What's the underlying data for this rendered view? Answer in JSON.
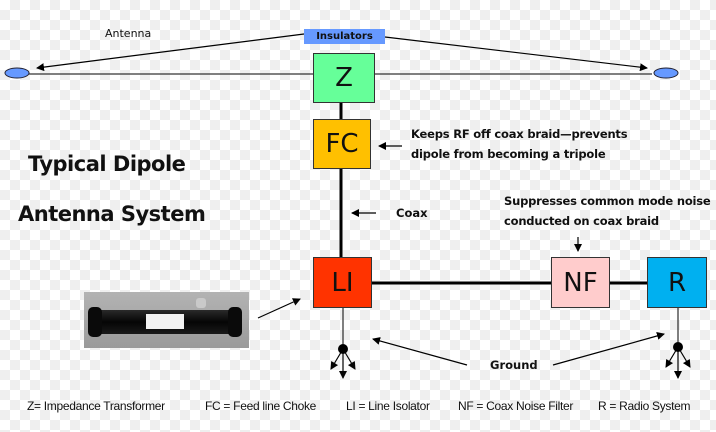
{
  "title": {
    "line1": "Typical Dipole",
    "line2": "Antenna System"
  },
  "labels": {
    "antenna": "Antenna",
    "insulators": "Insulators",
    "coax": "Coax",
    "ground": "Ground"
  },
  "notes": {
    "choke_line1": "Keeps RF off coax braid—prevents",
    "choke_line2": "dipole from becoming a tripole",
    "filter_line1": "Suppresses common mode noise",
    "filter_line2": "conducted on coax braid"
  },
  "components": [
    {
      "id": "Z",
      "name": "Impedance Transformer",
      "color": "#66ff99"
    },
    {
      "id": "FC",
      "name": "Feed line Choke",
      "color": "#ffc000"
    },
    {
      "id": "LI",
      "name": "Line Isolator",
      "color": "#ff3300"
    },
    {
      "id": "NF",
      "name": "Coax Noise Filter",
      "color": "#ffcccc"
    },
    {
      "id": "R",
      "name": "Radio System",
      "color": "#00b0f0"
    }
  ],
  "legend": [
    "Z= Impedance Transformer",
    "FC = Feed line Choke",
    "LI = Line Isolator",
    "NF = Coax Noise Filter",
    "R = Radio System"
  ],
  "colors": {
    "insulator": "#6699ff",
    "wire": "#000000"
  },
  "photo": {
    "description": "Line isolator device photo (black cylinder)"
  }
}
